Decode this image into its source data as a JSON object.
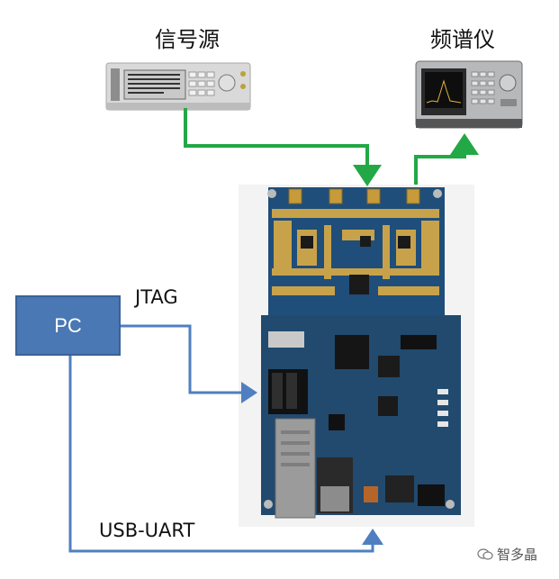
{
  "labels": {
    "signal_source": "信号源",
    "spectrum_analyzer": "频谱仪",
    "jtag": "JTAG",
    "usb_uart": "USB-UART",
    "pc": "PC"
  },
  "watermark": {
    "text": "智多晶"
  },
  "colors": {
    "rf_connection": "#22a845",
    "control_connection": "#4f7fc0",
    "pc_box": "#4a78b4",
    "pcb": "#1d4f79",
    "gold": "#c8a24a"
  }
}
